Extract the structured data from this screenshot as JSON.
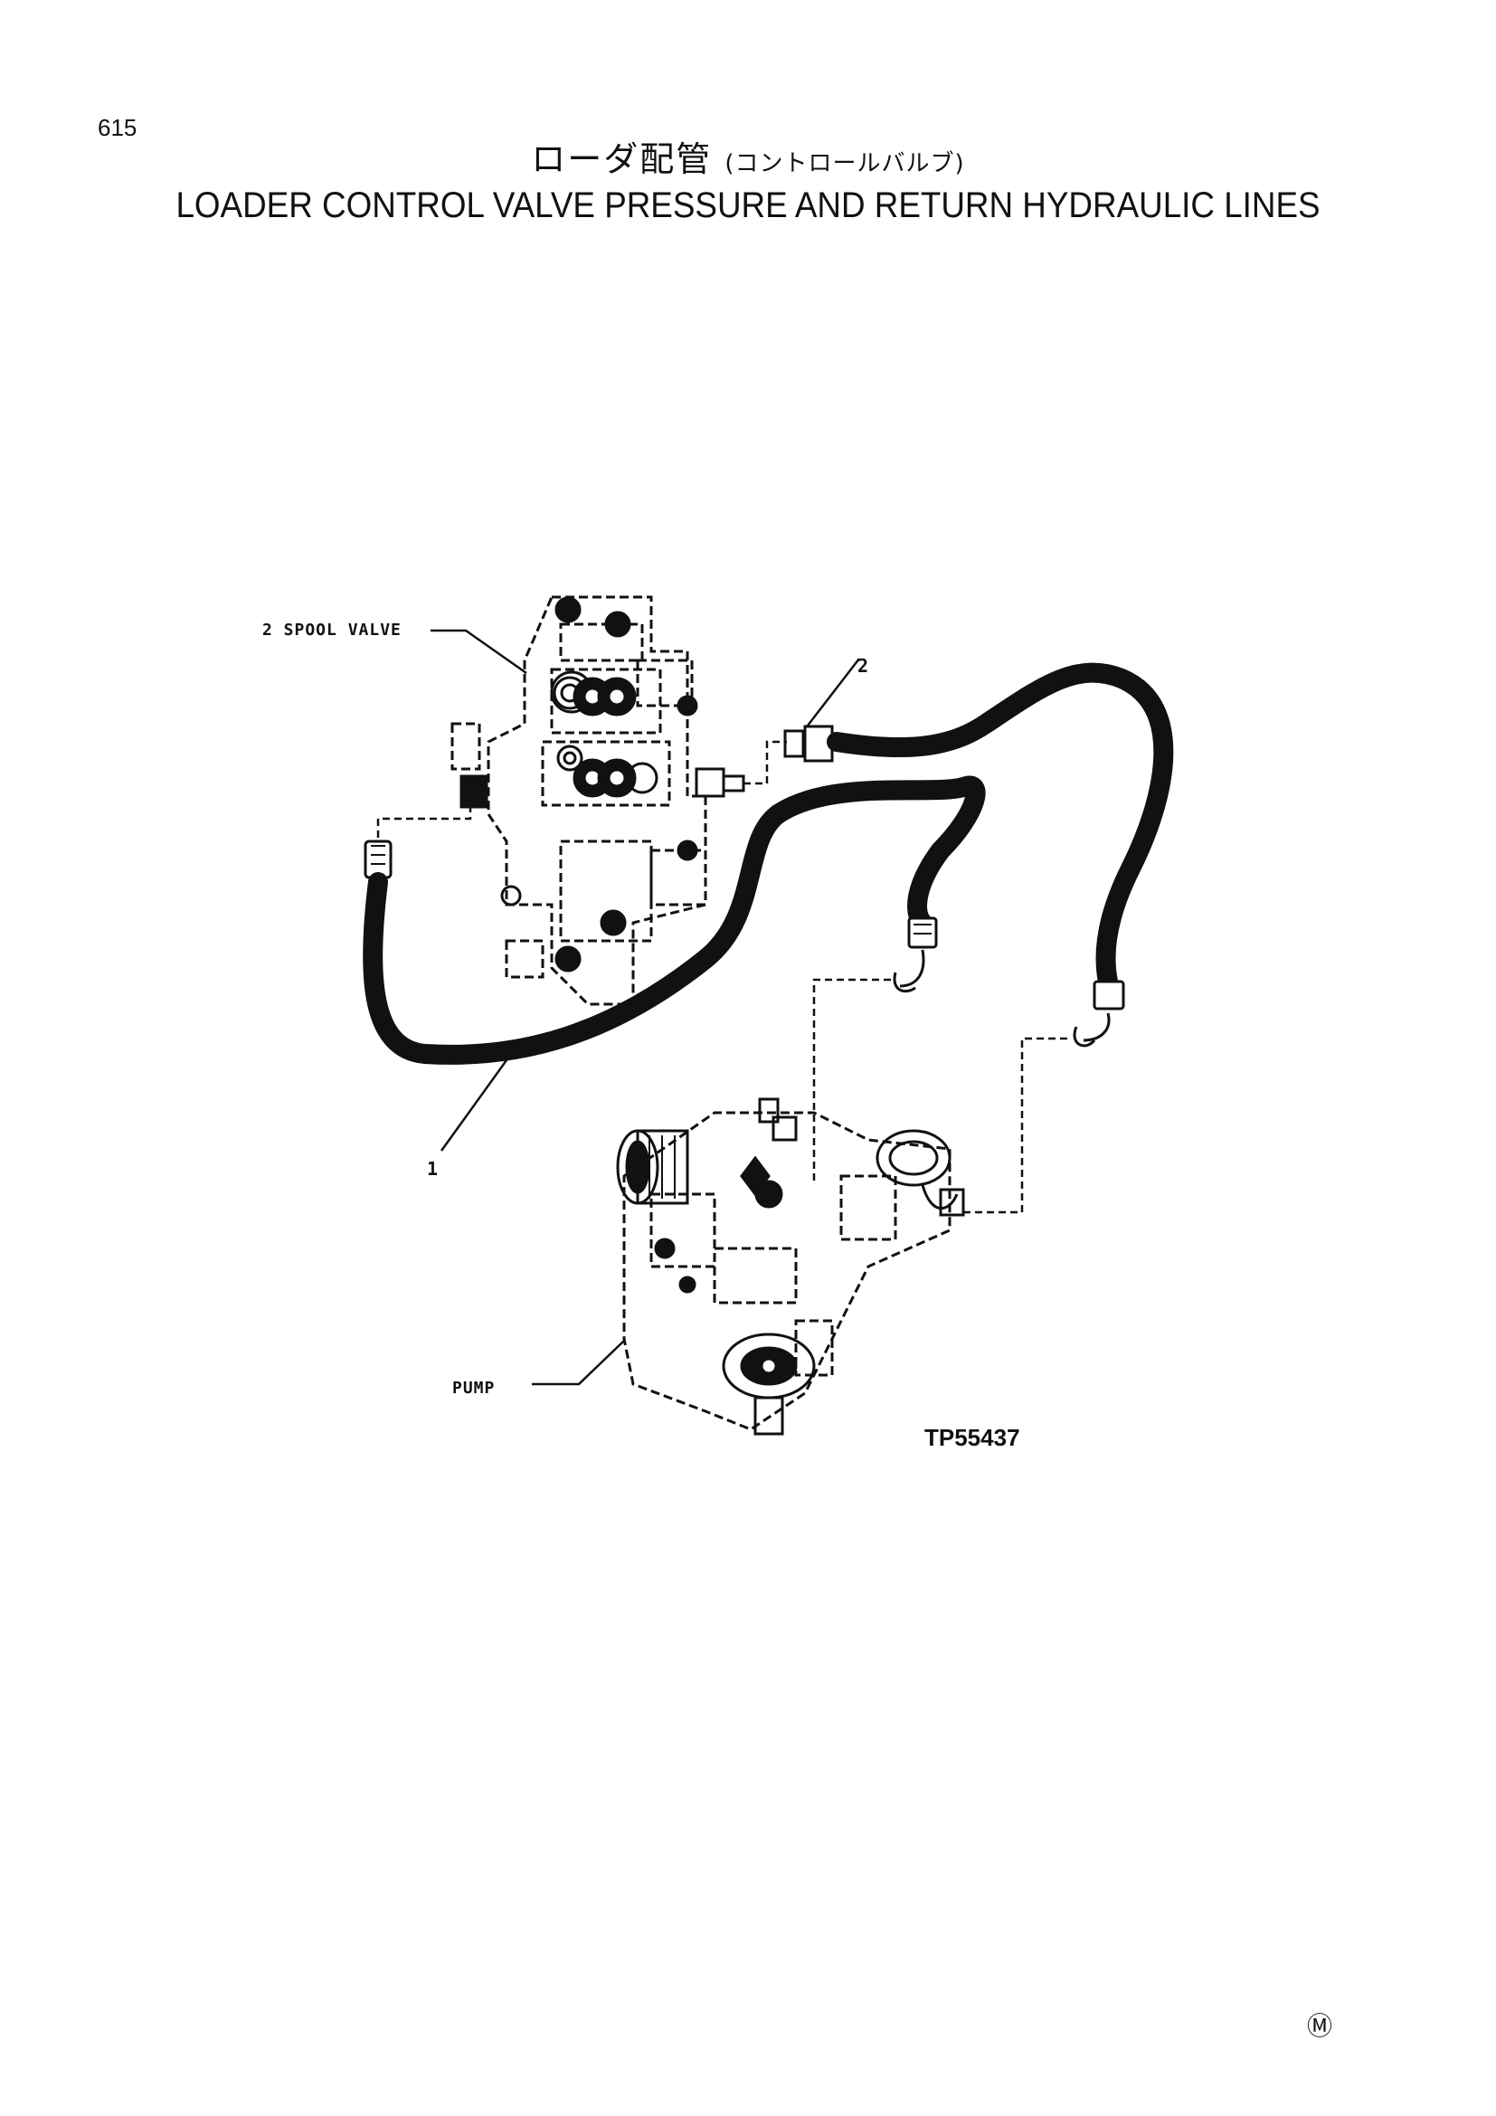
{
  "page": {
    "number": "615"
  },
  "title": {
    "japanese": "ローダ配管",
    "japanese_sub": "(コントロールバルブ)",
    "english": "LOADER CONTROL VALVE PRESSURE AND RETURN HYDRAULIC LINES"
  },
  "callouts": {
    "spool_valve": "2 SPOOL VALVE",
    "item_2": "2",
    "item_1": "1",
    "pump": "PUMP"
  },
  "figure_id": "TP55437",
  "corner_mark": "Ⓜ",
  "colors": {
    "ink": "#111111",
    "paper": "#ffffff"
  }
}
